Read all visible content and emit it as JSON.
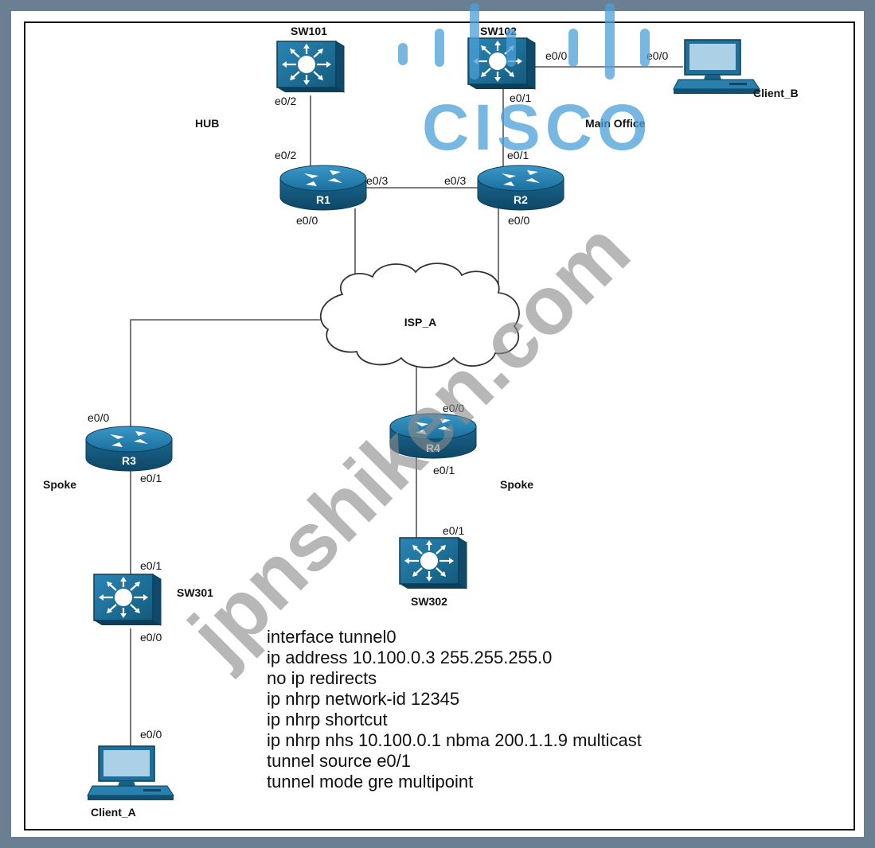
{
  "watermark": {
    "brand_text": "CISCO",
    "site_text": "jpnshiken.com",
    "brand_color": "#4a9fd8"
  },
  "devices": {
    "sw101": "SW101",
    "sw102": "SW102",
    "sw301": "SW301",
    "sw302": "SW302",
    "r1": "R1",
    "r2": "R2",
    "r3": "R3",
    "r4": "R4",
    "client_a": "Client_A",
    "client_b": "Client_B",
    "isp": "ISP_A"
  },
  "regions": {
    "hub": "HUB",
    "main_office": "Main Office",
    "spoke_left": "Spoke",
    "spoke_right": "Spoke"
  },
  "interfaces": {
    "sw101_down": "e0/2",
    "r1_up": "e0/2",
    "sw102_right": "e0/0",
    "clientb_left": "e0/0",
    "sw102_down": "e0/1",
    "r2_up": "e0/1",
    "r1_right": "e0/3",
    "r2_left": "e0/3",
    "r1_down": "e0/0",
    "r2_down": "e0/0",
    "r3_up": "e0/0",
    "r3_down": "e0/1",
    "r4_up": "e0/0",
    "r4_down": "e0/1",
    "sw302_up": "e0/1",
    "sw301_up": "e0/1",
    "sw301_down": "e0/0",
    "clienta_up": "e0/0"
  },
  "config_lines": [
    "interface tunnel0",
    "ip address 10.100.0.3 255.255.255.0",
    "no ip redirects",
    "ip nhrp network-id 12345",
    "ip nhrp shortcut",
    "ip nhrp nhs 10.100.0.1 nbma 200.1.1.9 multicast",
    "tunnel source e0/1",
    "tunnel mode gre multipoint"
  ],
  "colors": {
    "device_blue": "#1f6f98",
    "device_dark": "#0f4a6a",
    "page_border": "#6b7f93"
  }
}
